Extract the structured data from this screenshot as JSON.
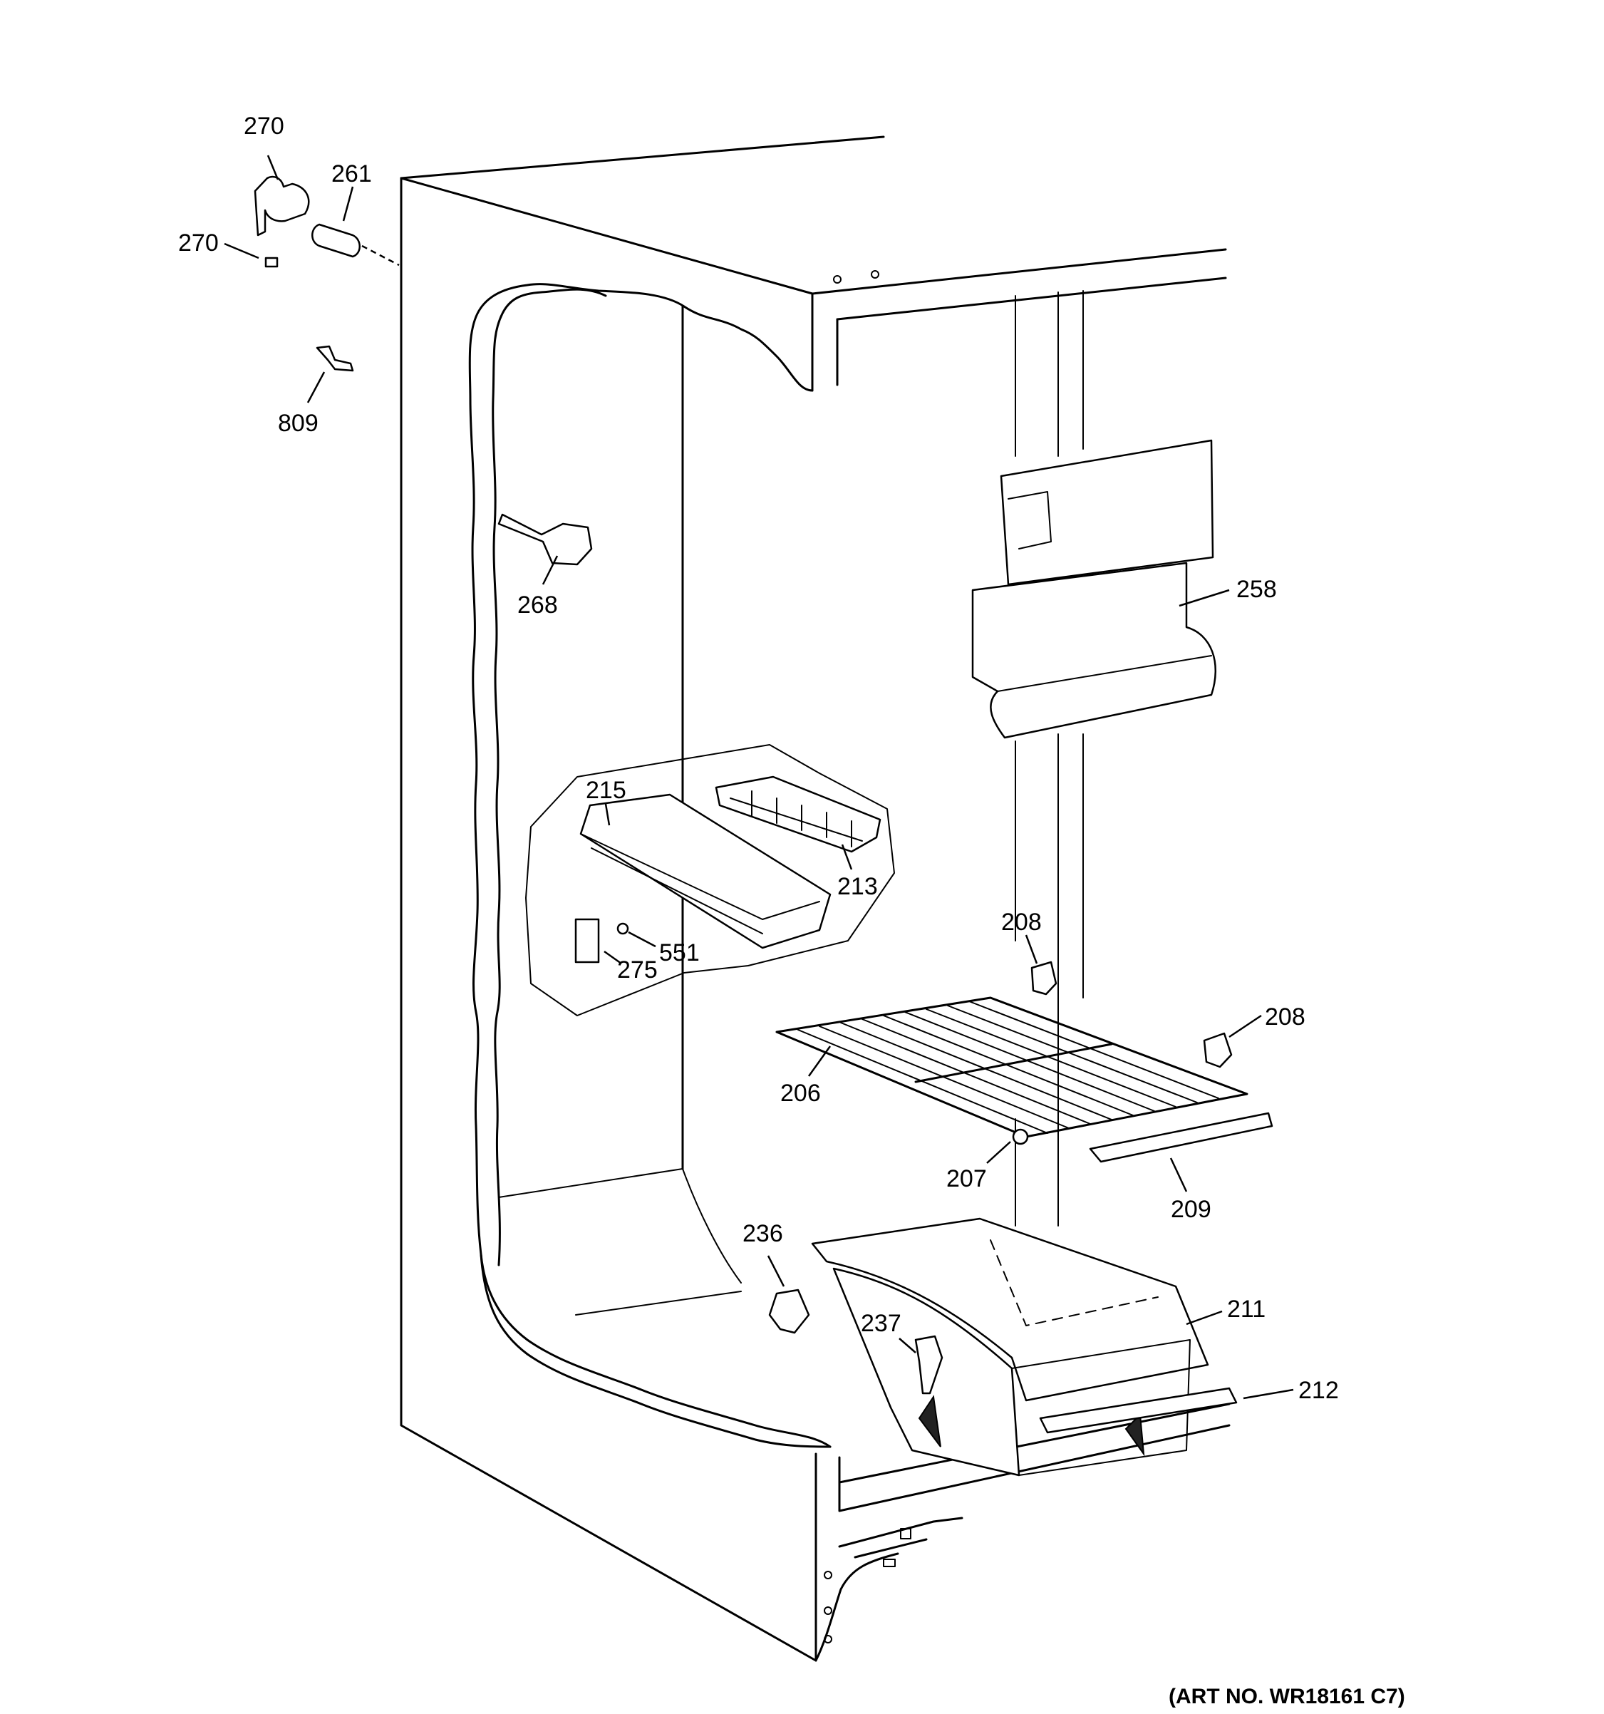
{
  "callouts": [
    {
      "id": "lbl-270-top",
      "text": "270"
    },
    {
      "id": "lbl-261",
      "text": "261"
    },
    {
      "id": "lbl-270-left",
      "text": "270"
    },
    {
      "id": "lbl-809",
      "text": "809"
    },
    {
      "id": "lbl-268",
      "text": "268"
    },
    {
      "id": "lbl-258",
      "text": "258"
    },
    {
      "id": "lbl-215",
      "text": "215"
    },
    {
      "id": "lbl-213",
      "text": "213"
    },
    {
      "id": "lbl-551",
      "text": "551"
    },
    {
      "id": "lbl-275",
      "text": "275"
    },
    {
      "id": "lbl-208-a",
      "text": "208"
    },
    {
      "id": "lbl-208-b",
      "text": "208"
    },
    {
      "id": "lbl-206",
      "text": "206"
    },
    {
      "id": "lbl-207",
      "text": "207"
    },
    {
      "id": "lbl-209",
      "text": "209"
    },
    {
      "id": "lbl-236",
      "text": "236"
    },
    {
      "id": "lbl-211",
      "text": "211"
    },
    {
      "id": "lbl-237",
      "text": "237"
    },
    {
      "id": "lbl-212",
      "text": "212"
    }
  ],
  "art_number": "(ART NO. WR18161 C7)"
}
